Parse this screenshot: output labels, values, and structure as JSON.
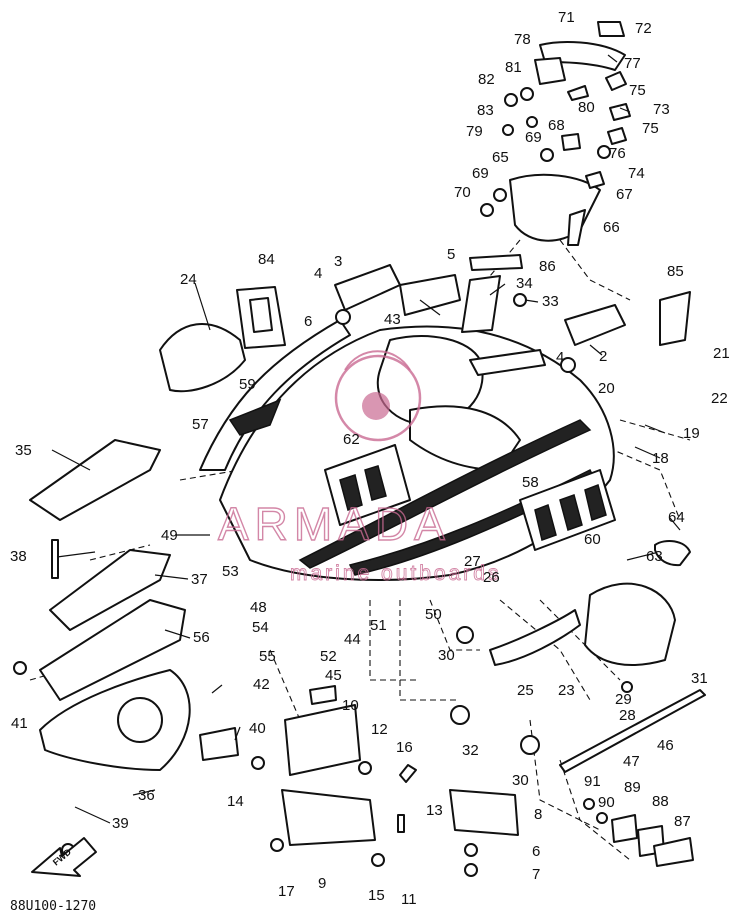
{
  "diagram": {
    "drawing_code": "88U100-1270",
    "watermark": {
      "name": "ARMADA",
      "subtitle": "marine outboards",
      "color": "#c96a92"
    },
    "fwd_label": "FWD",
    "callouts": [
      "71",
      "72",
      "78",
      "77",
      "81",
      "82",
      "75",
      "80",
      "73",
      "83",
      "79",
      "75",
      "68",
      "69",
      "76",
      "74",
      "65",
      "69",
      "67",
      "70",
      "66",
      "86",
      "5",
      "3",
      "84",
      "34",
      "85",
      "4",
      "33",
      "24",
      "6",
      "43",
      "2",
      "4",
      "21",
      "20",
      "22",
      "59",
      "19",
      "57",
      "62",
      "18",
      "35",
      "58",
      "64",
      "49",
      "60",
      "38",
      "27",
      "26",
      "63",
      "53",
      "37",
      "48",
      "51",
      "54",
      "50",
      "56",
      "44",
      "55",
      "52",
      "30",
      "31",
      "41",
      "45",
      "42",
      "25",
      "23",
      "29",
      "28",
      "10",
      "40",
      "32",
      "12",
      "16",
      "46",
      "36",
      "47",
      "14",
      "30",
      "91",
      "89",
      "39",
      "90",
      "88",
      "13",
      "8",
      "87",
      "6",
      "7",
      "17",
      "9",
      "15",
      "11"
    ],
    "colors": {
      "ink": "#111111",
      "paper": "#ffffff"
    }
  }
}
